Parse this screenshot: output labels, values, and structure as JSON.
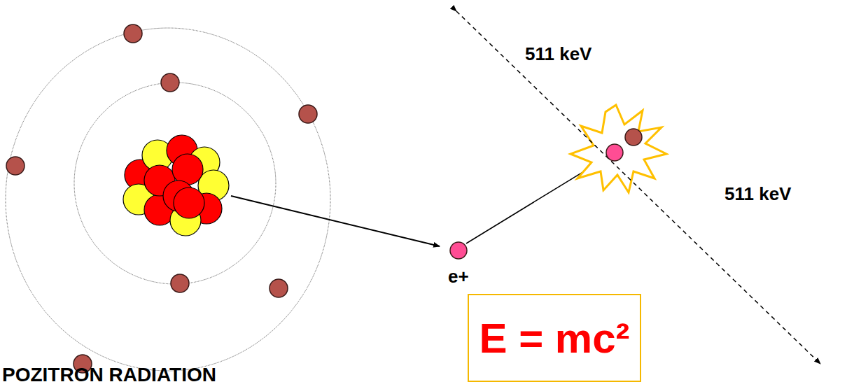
{
  "diagram": {
    "caption": "POZITRON RADIATION",
    "nodes": [
      {
        "text": [
          "E = mc²"
        ]
      }
    ],
    "labels": [
      "511 keV",
      "511 keV",
      "e+"
    ]
  }
}
